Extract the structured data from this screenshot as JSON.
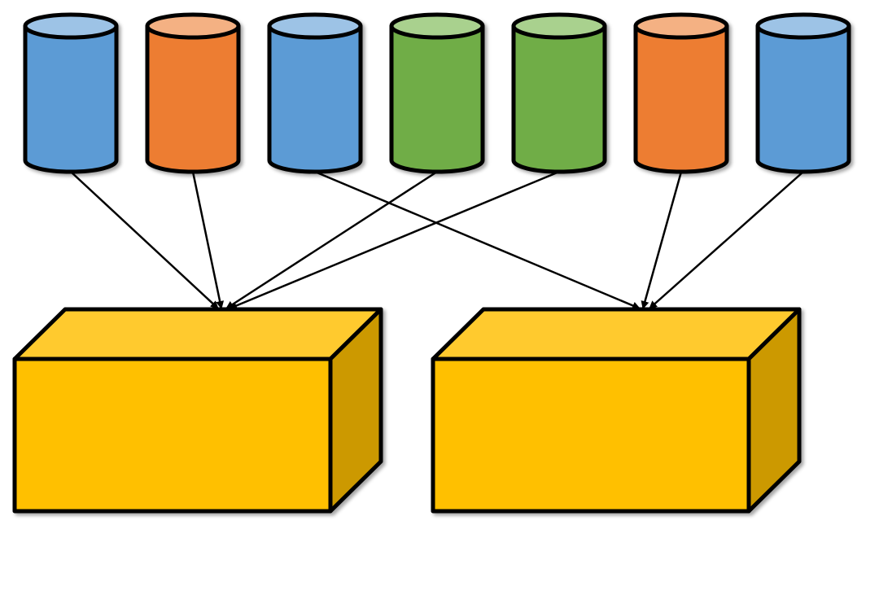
{
  "diagram": {
    "stroke_color": "#000000",
    "cylinders": [
      {
        "id": "cyl-1",
        "body": "#5B9BD5",
        "top": "#9DC3E6"
      },
      {
        "id": "cyl-2",
        "body": "#ED7D31",
        "top": "#F4B183"
      },
      {
        "id": "cyl-3",
        "body": "#5B9BD5",
        "top": "#9DC3E6"
      },
      {
        "id": "cyl-4",
        "body": "#70AD47",
        "top": "#A9D18E"
      },
      {
        "id": "cyl-5",
        "body": "#70AD47",
        "top": "#A9D18E"
      },
      {
        "id": "cyl-6",
        "body": "#ED7D31",
        "top": "#F4B183"
      },
      {
        "id": "cyl-7",
        "body": "#5B9BD5",
        "top": "#9DC3E6"
      }
    ],
    "boxes": [
      {
        "id": "box-1",
        "front": "#FFC000",
        "top": "#FFCA2E",
        "side": "#CC9900"
      },
      {
        "id": "box-2",
        "front": "#FFC000",
        "top": "#FFCA2E",
        "side": "#CC9900"
      }
    ],
    "connections": [
      {
        "from": 0,
        "to": 0
      },
      {
        "from": 1,
        "to": 0
      },
      {
        "from": 3,
        "to": 0
      },
      {
        "from": 4,
        "to": 0
      },
      {
        "from": 2,
        "to": 1
      },
      {
        "from": 5,
        "to": 1
      },
      {
        "from": 6,
        "to": 1
      }
    ]
  }
}
